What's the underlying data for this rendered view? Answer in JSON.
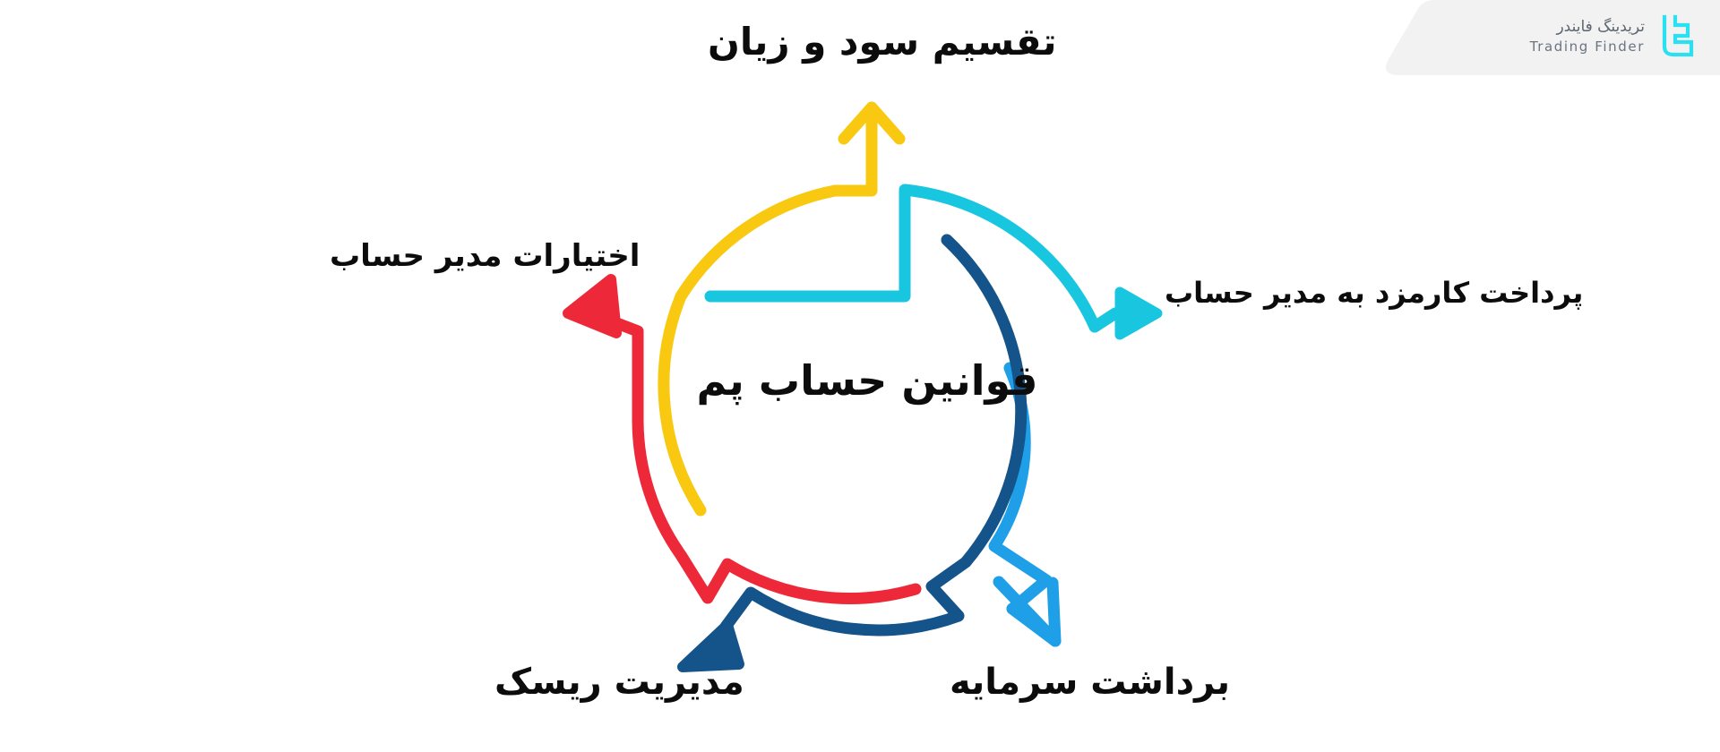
{
  "brand": {
    "name_fa": "تریدینگ فایندر",
    "name_en": "Trading Finder",
    "logo_icon": "trading-finder-logo-icon",
    "accent": "#2BE0F0"
  },
  "diagram": {
    "type": "cycle",
    "center_title": "قوانین حساب پم",
    "segment_count": 5,
    "segments": [
      {
        "id": "profit-loss-distribution",
        "label": "تقسیم سود و زیان",
        "color": "#F9C811",
        "color_name": "yellow",
        "arrow_direction": "up",
        "arrow_head": "open-v",
        "label_position": "top"
      },
      {
        "id": "manager-commission-payment",
        "label": "پرداخت کارمزد به مدیر حساب",
        "color": "#19C6E0",
        "color_name": "cyan",
        "arrow_direction": "right",
        "arrow_head": "filled",
        "label_position": "right"
      },
      {
        "id": "capital-withdrawal",
        "label": "برداشت سرمایه",
        "color": "#1E9FE8",
        "color_name": "blue",
        "arrow_direction": "down-right",
        "arrow_head": "open-v",
        "label_position": "bottom-right"
      },
      {
        "id": "risk-management",
        "label": "مدیریت ریسک",
        "color": "#14548A",
        "color_name": "navy",
        "arrow_direction": "down-left",
        "arrow_head": "filled",
        "label_position": "bottom-left"
      },
      {
        "id": "account-manager-authorities",
        "label": "اختیارات مدیر حساب",
        "color": "#ED2939",
        "color_name": "red",
        "arrow_direction": "up-left",
        "arrow_head": "filled",
        "label_position": "left"
      }
    ]
  }
}
